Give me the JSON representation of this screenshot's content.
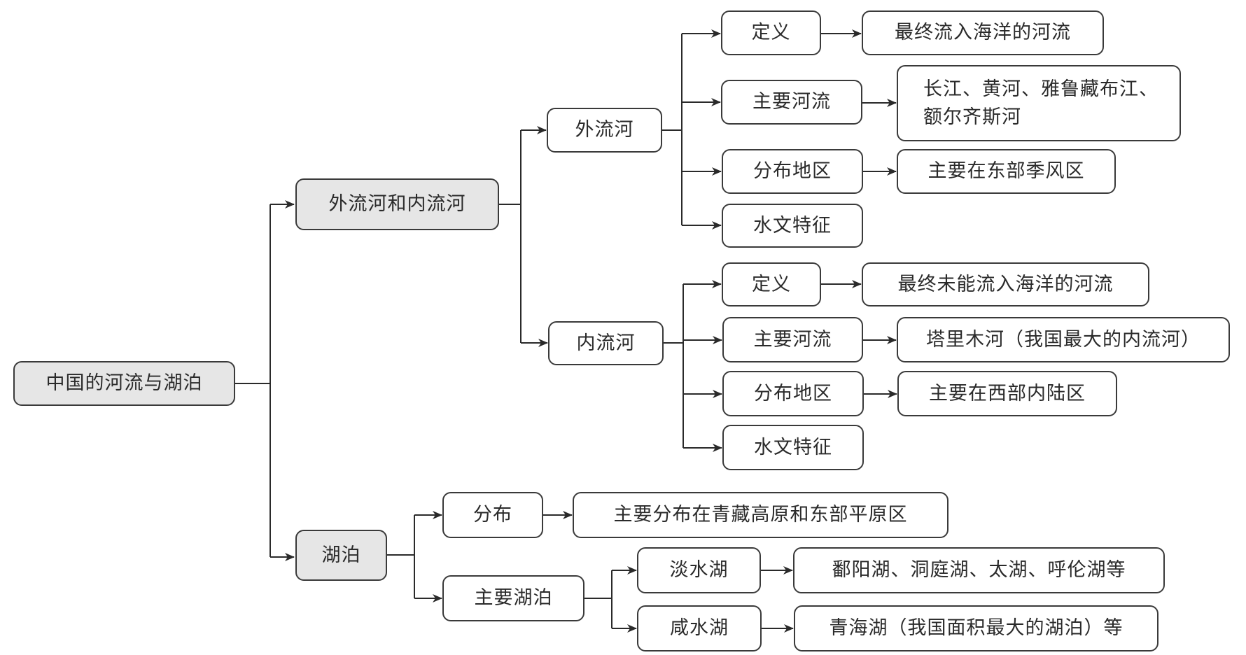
{
  "diagram": {
    "type": "mind-map",
    "root": {
      "label": "中国的河流与湖泊"
    },
    "level1": {
      "rivers": {
        "label": "外流河和内流河"
      },
      "lakes": {
        "label": "湖泊"
      }
    },
    "rivers": {
      "exterior": {
        "label": "外流河",
        "definition": {
          "label": "定义",
          "value": "最终流入海洋的河流"
        },
        "main_rivers": {
          "label": "主要河流",
          "value_line1": "长江、黄河、雅鲁藏布江、",
          "value_line2": "额尔齐斯河"
        },
        "distribution": {
          "label": "分布地区",
          "value": "主要在东部季风区"
        },
        "hydrology": {
          "label": "水文特征"
        }
      },
      "interior": {
        "label": "内流河",
        "definition": {
          "label": "定义",
          "value": "最终未能流入海洋的河流"
        },
        "main_rivers": {
          "label": "主要河流",
          "value": "塔里木河（我国最大的内流河）"
        },
        "distribution": {
          "label": "分布地区",
          "value": "主要在西部内陆区"
        },
        "hydrology": {
          "label": "水文特征"
        }
      }
    },
    "lakes": {
      "distribution": {
        "label": "分布",
        "value": "主要分布在青藏高原和东部平原区"
      },
      "main_lakes": {
        "label": "主要湖泊",
        "freshwater": {
          "label": "淡水湖",
          "value": "鄱阳湖、洞庭湖、太湖、呼伦湖等"
        },
        "saltwater": {
          "label": "咸水湖",
          "value": "青海湖（我国面积最大的湖泊）等"
        }
      }
    },
    "colors": {
      "line": "#2a2a2a",
      "shaded_fill": "#e6e6e6",
      "box_fill": "#ffffff"
    }
  }
}
